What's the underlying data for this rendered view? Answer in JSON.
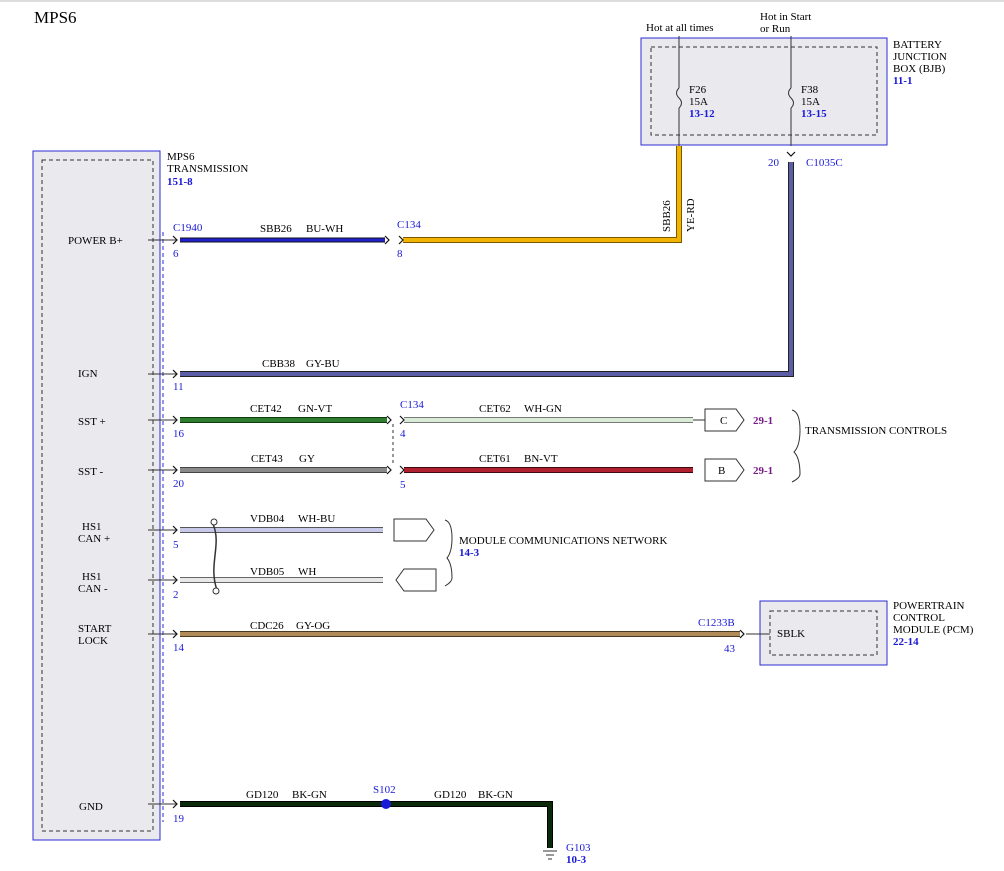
{
  "title": "MPS6",
  "colors": {
    "frame_blue": "#2b2bd6",
    "wire_bu_wh": "#1f1fd0",
    "wire_ye_rd": "#f2b400",
    "wire_gy_bu": "#5b5ea6",
    "wire_gn_vt": "#2e7d2e",
    "wire_wh_gn": "#d8ecd8",
    "wire_gy": "#8a8a8a",
    "wire_bn_vt": "#b0202e",
    "wire_wh_bu": "#c8c8e8",
    "wire_wh": "#e8e8e8",
    "wire_gy_og": "#b08a58",
    "wire_bk_gn": "#0a2a0a"
  },
  "transmission": {
    "name_line1": "MPS6",
    "name_line2": "TRANSMISSION",
    "ref": "151-8",
    "pins": {
      "power": "POWER B+",
      "ign": "IGN",
      "sst_plus": "SST +",
      "sst_minus": "SST -",
      "hs1_can_plus_1": "HS1",
      "hs1_can_plus_2": "CAN +",
      "hs1_can_minus_1": "HS1",
      "hs1_can_minus_2": "CAN -",
      "start_lock_1": "START",
      "start_lock_2": "LOCK",
      "gnd": "GND"
    },
    "pin_numbers": {
      "power": "6",
      "ign": "11",
      "sst_plus": "16",
      "sst_minus": "20",
      "can_plus": "5",
      "can_minus": "2",
      "start_lock": "14",
      "gnd": "19"
    },
    "connector": "C1940"
  },
  "bjb": {
    "name_line1": "BATTERY",
    "name_line2": "JUNCTION",
    "name_line3": "BOX (BJB)",
    "ref": "11-1",
    "hot1": "Hot at all times",
    "hot2_line1": "Hot in Start",
    "hot2_line2": "or Run",
    "fuse1_name": "F26",
    "fuse1_rating": "15A",
    "fuse1_ref": "13-12",
    "fuse2_name": "F38",
    "fuse2_rating": "15A",
    "fuse2_ref": "13-15",
    "connector": "C1035C",
    "connector_pin": "20"
  },
  "wires": {
    "sbb26_left_code": "SBB26",
    "sbb26_left_color": "BU-WH",
    "sbb26_vert_code": "SBB26",
    "sbb26_vert_color": "YE-RD",
    "cbb38_code": "CBB38",
    "cbb38_color": "GY-BU",
    "cet42_code": "CET42",
    "cet42_color": "GN-VT",
    "cet62_code": "CET62",
    "cet62_color": "WH-GN",
    "cet43_code": "CET43",
    "cet43_color": "GY",
    "cet61_code": "CET61",
    "cet61_color": "BN-VT",
    "vdb04_code": "VDB04",
    "vdb04_color": "WH-BU",
    "vdb05_code": "VDB05",
    "vdb05_color": "WH",
    "cdc26_code": "CDC26",
    "cdc26_color": "GY-OG",
    "gd120a_code": "GD120",
    "gd120a_color": "BK-GN",
    "gd120b_code": "GD120",
    "gd120b_color": "BK-GN"
  },
  "c134": {
    "label_top": "C134",
    "pin_top": "8",
    "label_mid": "C134",
    "pin_mid_1": "4",
    "pin_mid_2": "5"
  },
  "transmission_controls": {
    "label": "TRANSMISSION CONTROLS",
    "c_letter": "C",
    "b_letter": "B",
    "c_ref": "29-1",
    "b_ref": "29-1"
  },
  "network": {
    "label": "MODULE COMMUNICATIONS NETWORK",
    "ref": "14-3"
  },
  "pcm": {
    "name_line1": "POWERTRAIN",
    "name_line2": "CONTROL",
    "name_line3": "MODULE (PCM)",
    "ref": "22-14",
    "pin_name": "SBLK",
    "connector": "C1233B",
    "pin": "43"
  },
  "splice": {
    "label": "S102"
  },
  "ground": {
    "label": "G103",
    "ref": "10-3"
  }
}
